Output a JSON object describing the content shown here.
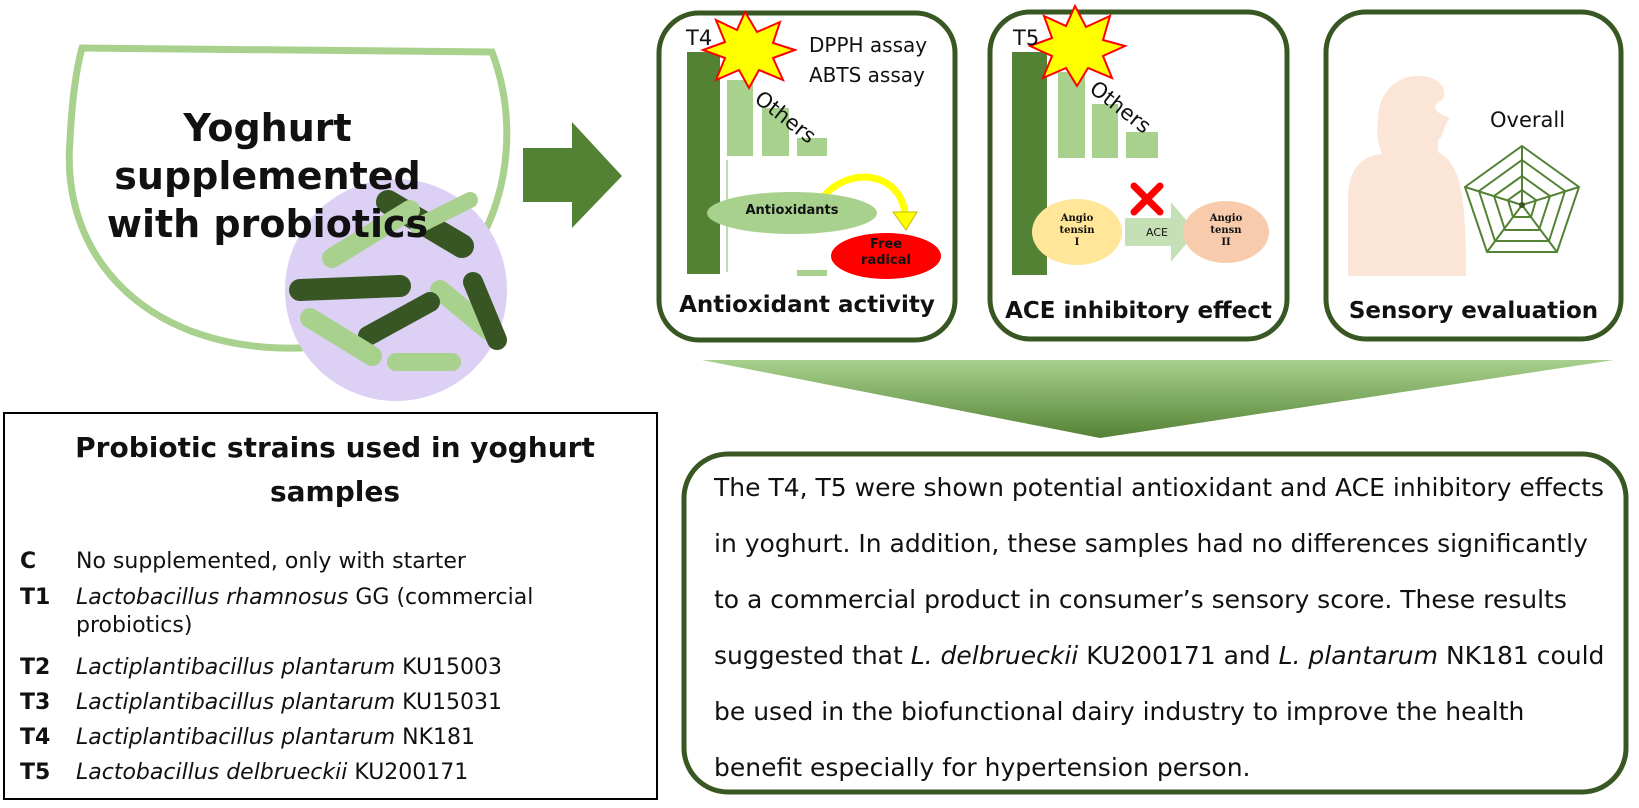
{
  "intro": {
    "title_lines": [
      "Yoghurt",
      "supplemented",
      "with probiotics"
    ]
  },
  "panels": [
    {
      "key": "antioxidant",
      "title": "Antioxidant activity",
      "sample_label": "T4",
      "others_label": "Others",
      "assays": [
        "DPPH assay",
        "ABTS assay"
      ],
      "antioxidants_label": "Antioxidants",
      "free_radical_lines": [
        "Free",
        "radical"
      ]
    },
    {
      "key": "ace",
      "title": "ACE inhibitory effect",
      "sample_label": "T5",
      "others_label": "Others",
      "angiotensin1_lines": [
        "Angio",
        "tensin",
        "I"
      ],
      "ace_label": "ACE",
      "angiotensin2_lines": [
        "Angio",
        "tensn",
        "II"
      ]
    },
    {
      "key": "sensory",
      "title": "Sensory evaluation",
      "radar_label": "Overall"
    }
  ],
  "strains": {
    "title_lines": [
      "Probiotic strains used in yoghurt",
      "samples"
    ],
    "items": [
      {
        "code": "C",
        "name_italic": "",
        "name_rest": "No supplemented, only with starter",
        "continuation": ""
      },
      {
        "code": "T1",
        "name_italic": "Lactobacillus rhamnosus",
        "name_rest": " GG (commercial",
        "continuation": "probiotics)"
      },
      {
        "code": "T2",
        "name_italic": "Lactiplantibacillus plantarum",
        "name_rest": " KU15003",
        "continuation": ""
      },
      {
        "code": "T3",
        "name_italic": "Lactiplantibacillus plantarum",
        "name_rest": " KU15031",
        "continuation": ""
      },
      {
        "code": "T4",
        "name_italic": "Lactiplantibacillus plantarum",
        "name_rest": " NK181",
        "continuation": ""
      },
      {
        "code": "T5",
        "name_italic": "Lactobacillus delbrueckii",
        "name_rest": " KU200171",
        "continuation": ""
      }
    ]
  },
  "conclusion": {
    "part1": "The T4, T5 were shown potential antioxidant and ACE inhibitory effects in yoghurt. In addition, these samples had no differences significantly to a commercial product in consumer’s sensory score. These results suggested that ",
    "italic1": "L. delbrueckii",
    "part2": " KU200171 and ",
    "italic2": "L. plantarum",
    "part3": " NK181 could be used in the biofunctional dairy industry to improve the health benefit especially for hypertension person."
  },
  "colors": {
    "dark_green": "#548235",
    "light_green": "#a9d18e",
    "bowl_green": "#a9d18e",
    "bubble_purple": "#ddd0f5",
    "bacteria_dark": "#375623",
    "star_yellow": "#ffff00",
    "star_red": "#ff0000",
    "free_radical_red": "#ff0000",
    "angio1_fill": "#ffe699",
    "angio2_fill": "#f8cbad",
    "person_fill": "#fbe5d6",
    "panel_border": "#385723"
  }
}
